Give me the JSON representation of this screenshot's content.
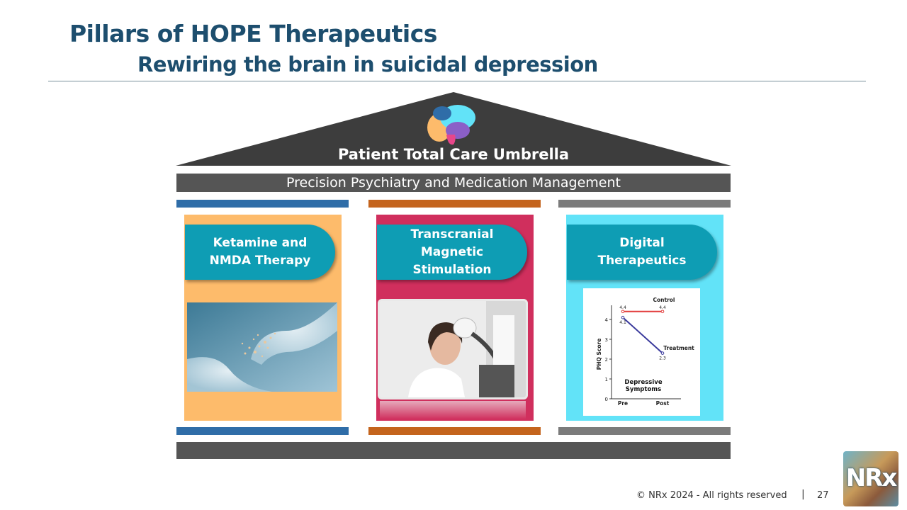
{
  "slide": {
    "title": "Pillars of HOPE Therapeutics",
    "subtitle": "Rewiring the brain in suicidal depression"
  },
  "house": {
    "roof_label": "Patient Total Care Umbrella",
    "beam_label": "Precision Psychiatry and Medication Management",
    "pillars": [
      {
        "label": "Ketamine and\nNMDA Therapy",
        "color": "#fdbb6b",
        "image": "synapse-image"
      },
      {
        "label": "Transcranial\nMagnetic\nStimulation",
        "color": "#d02f5d",
        "image": "tms-patient-photo"
      },
      {
        "label": "Digital\nTherapeutics",
        "color": "#62e3f8",
        "image": "phq-score-chart"
      }
    ],
    "colors": {
      "roof": "#3d3d3d",
      "beam": "#555555",
      "tab": "#0e9db4",
      "bar_blue": "#2f6da8",
      "bar_orange": "#c4641d",
      "bar_gray": "#7b7b7b"
    }
  },
  "chart_data": {
    "type": "line",
    "categories": [
      "Pre",
      "Post"
    ],
    "ylabel": "PHQ Score",
    "ylim": [
      0,
      4.5
    ],
    "yticks": [
      0,
      1,
      2,
      3,
      4
    ],
    "annotation": "Depressive\nSymptoms",
    "series": [
      {
        "name": "Control",
        "values": [
          4.4,
          4.4
        ],
        "labels": [
          "4.4",
          "4.4"
        ],
        "color": "#e23c3c"
      },
      {
        "name": "Treatment",
        "values": [
          4.1,
          2.3
        ],
        "labels": [
          "4.1",
          "2.3"
        ],
        "color": "#3a3a9c"
      }
    ]
  },
  "footer": {
    "copyright": "© NRx 2024 - All rights reserved",
    "separator": "|",
    "page": "27",
    "logo_text": "NRx"
  }
}
